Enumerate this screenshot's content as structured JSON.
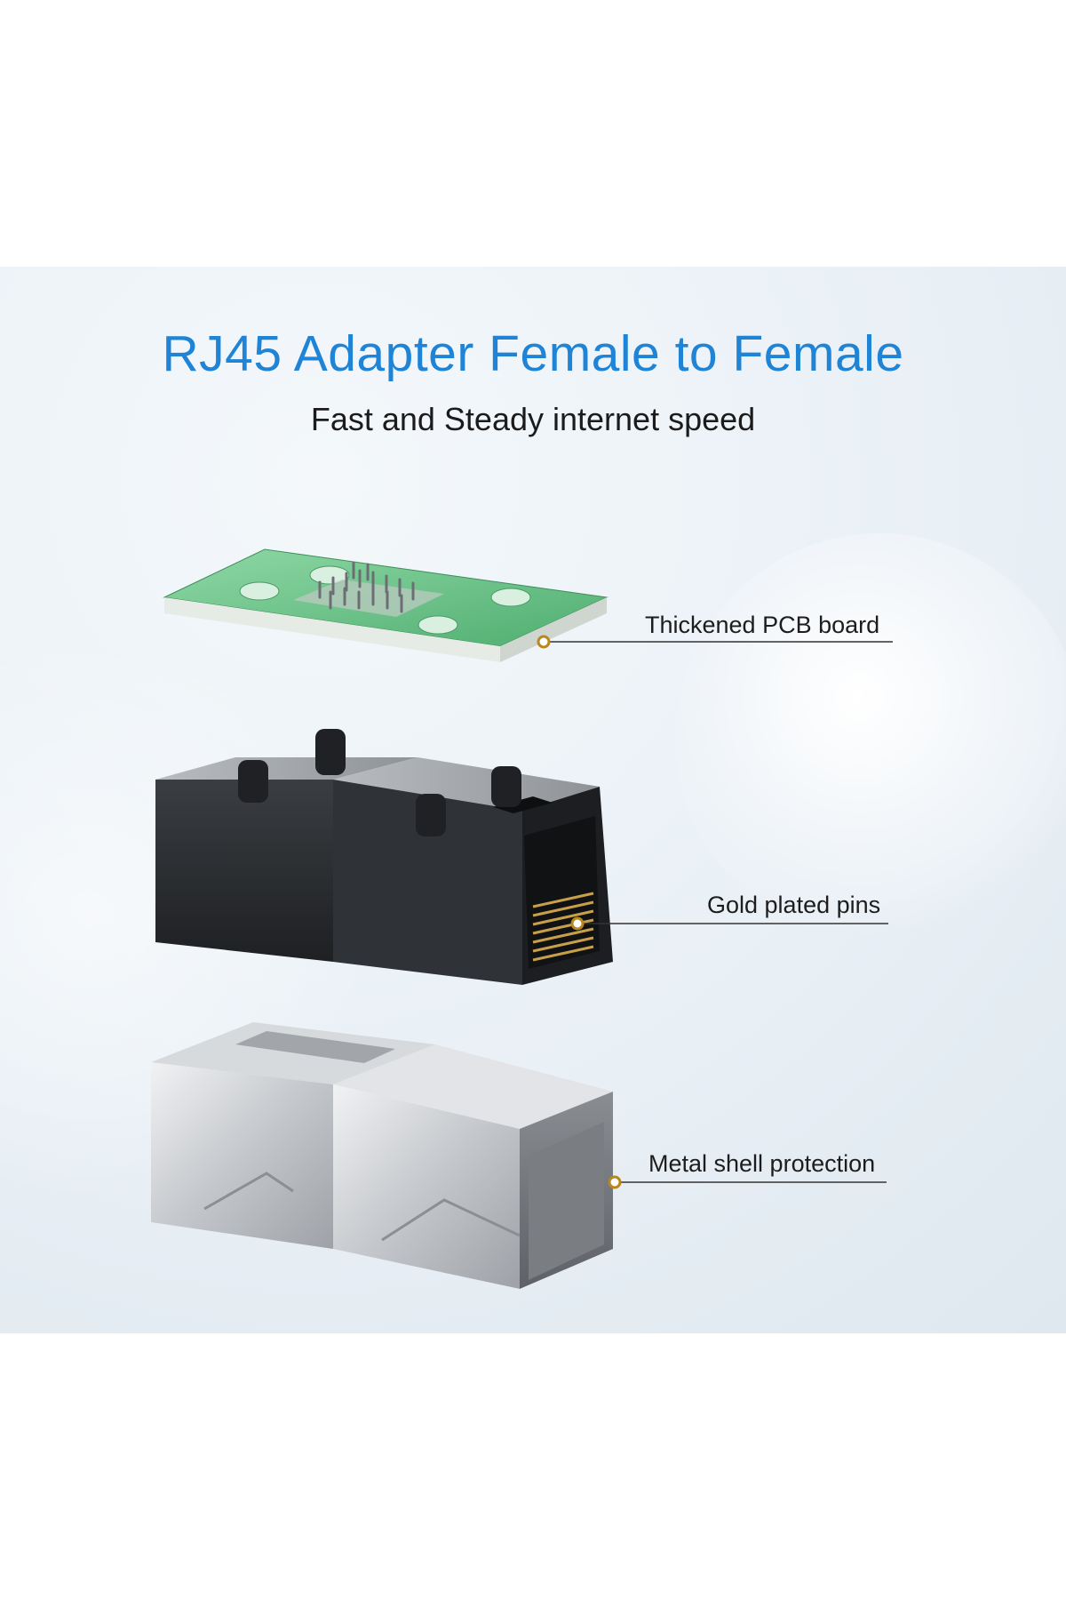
{
  "header": {
    "title": "RJ45 Adapter Female to Female",
    "subtitle": "Fast and Steady internet speed"
  },
  "callouts": [
    {
      "label": "Thickened PCB board"
    },
    {
      "label": "Gold plated pins"
    },
    {
      "label": "Metal shell protection"
    }
  ],
  "colors": {
    "title_blue": "#1f84d6",
    "pcb_green": "#5fbf82",
    "housing_black": "#2b2d30",
    "shell_silver": "#c9ccd0",
    "pin_gold": "#c8a04a"
  }
}
